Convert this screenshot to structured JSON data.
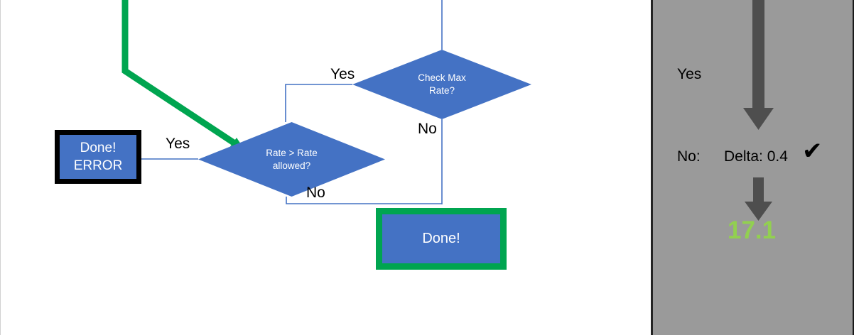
{
  "canvas": {
    "background_color": "#ffffff",
    "shape_fill": "#4472c4",
    "connector_color": "#4472c4",
    "highlight_green": "#00a550"
  },
  "flowchart": {
    "nodes": {
      "check_max_rate": {
        "label_line1": "Check Max",
        "label_line2": "Rate?",
        "shape": "decision"
      },
      "rate_gt_allowed": {
        "label_line1": "Rate > Rate",
        "label_line2": "allowed?",
        "shape": "decision"
      },
      "done_error": {
        "label_line1": "Done!",
        "label_line2": "ERROR",
        "shape": "process",
        "border_color": "#000000"
      },
      "done": {
        "label": "Done!",
        "shape": "process",
        "border_color": "#00a550"
      }
    },
    "edge_labels": {
      "yes_to_rate_check": "Yes",
      "no_from_check_max_rate": "No",
      "yes_to_done_error": "Yes",
      "no_to_done": "No"
    }
  },
  "panel": {
    "background_color": "#9a9a9a",
    "yes_label": "Yes",
    "no_label": "No:",
    "delta_label": "Delta: 0.4",
    "check_mark": "✔",
    "result_value": "17.1",
    "result_color": "#92d050"
  }
}
